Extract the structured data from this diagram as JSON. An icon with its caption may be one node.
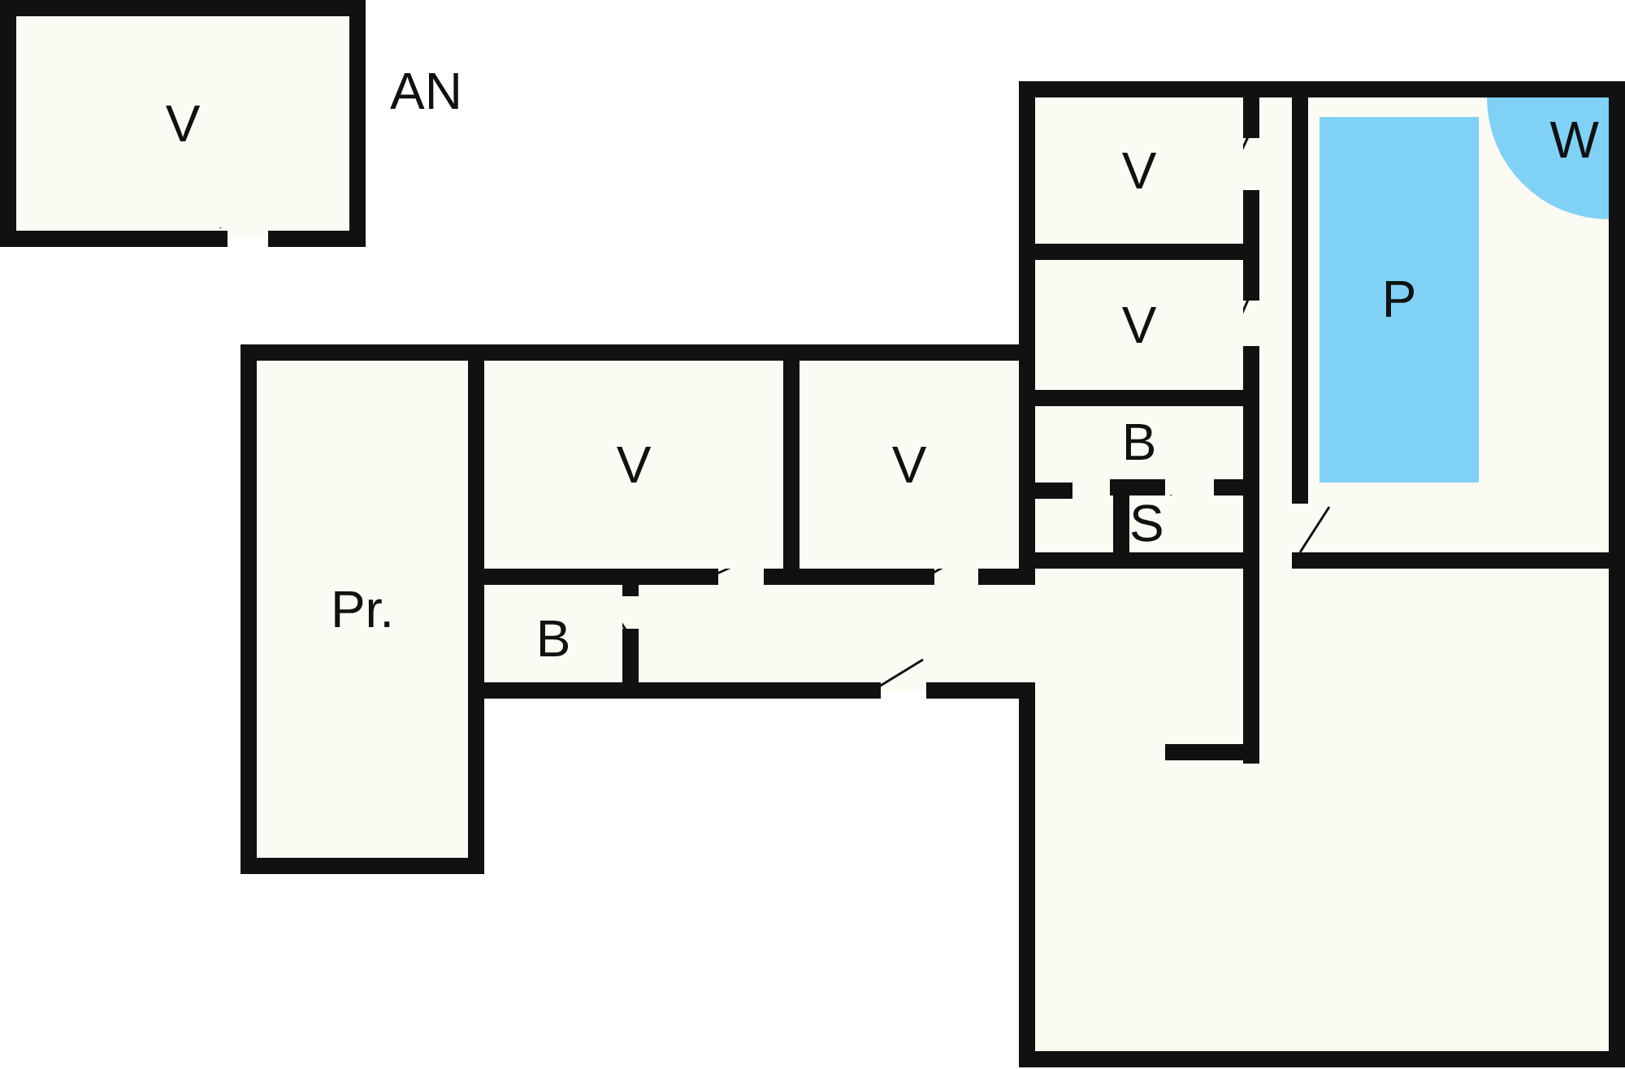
{
  "diagram": {
    "nodes": [
      {
        "text": [
          "V"
        ]
      },
      {
        "text": [
          "W"
        ]
      },
      {
        "text": [
          "V"
        ]
      },
      {
        "text": [
          "P"
        ]
      },
      {
        "text": [
          "V"
        ]
      },
      {
        "text": [
          "V"
        ]
      },
      {
        "text": [
          "V"
        ]
      },
      {
        "text": [
          "B"
        ]
      },
      {
        "text": [
          "S"
        ]
      },
      {
        "text": [
          "Pr."
        ]
      },
      {
        "text": [
          "B"
        ]
      }
    ],
    "labels": [
      "AN"
    ]
  }
}
